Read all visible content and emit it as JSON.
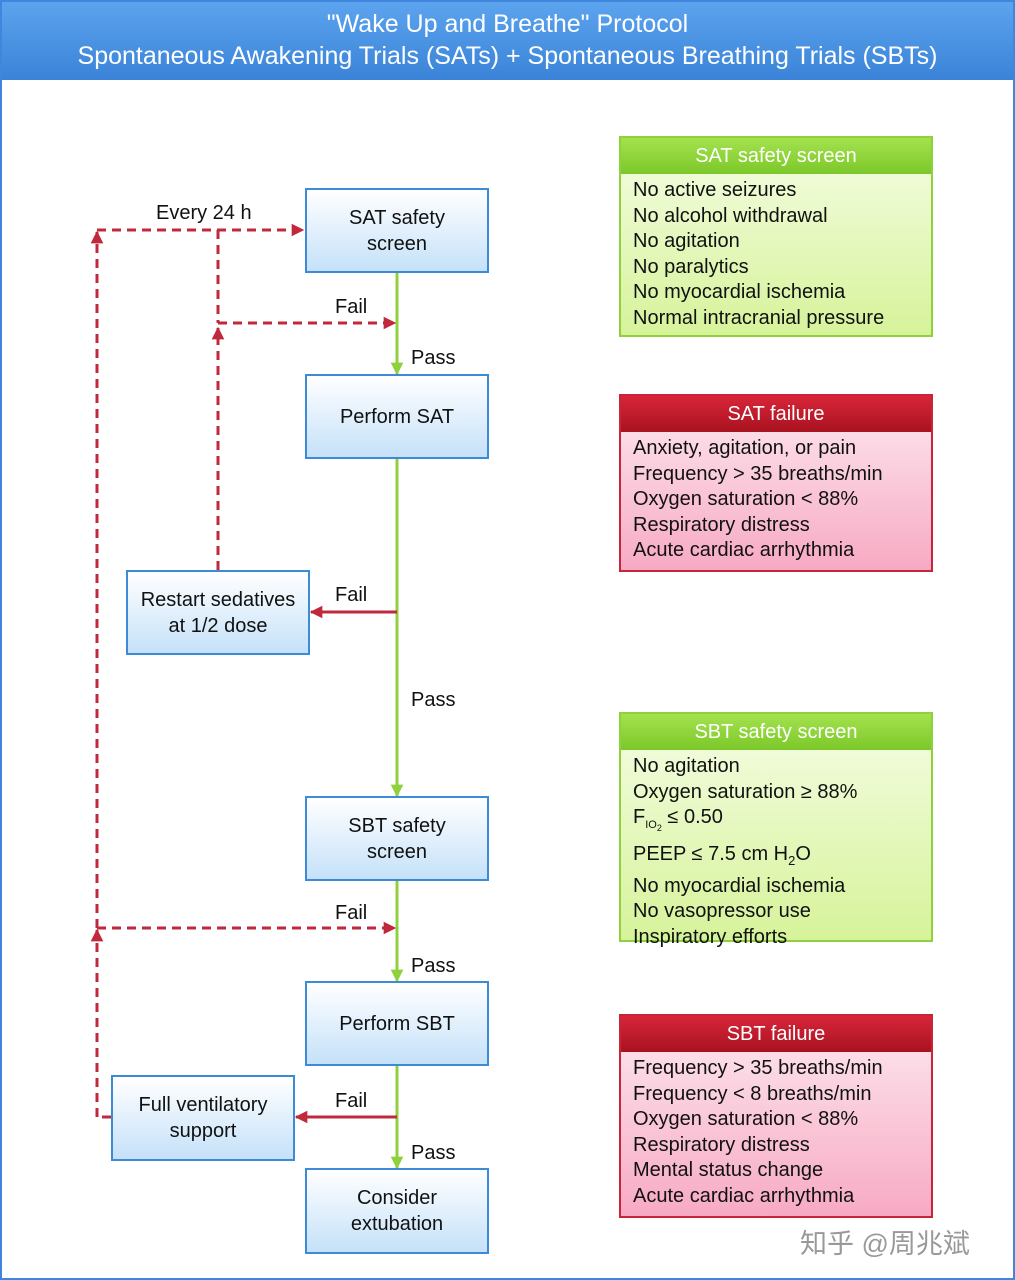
{
  "header": {
    "title_line1": "\"Wake Up and Breathe\" Protocol",
    "title_line2": "Spontaneous Awakening Trials (SATs) + Spontaneous Breathing Trials (SBTs)"
  },
  "flow": {
    "sat_screen": [
      "SAT safety",
      "screen"
    ],
    "perform_sat": "Perform SAT",
    "restart": [
      "Restart sedatives",
      "at 1/2 dose"
    ],
    "sbt_screen": [
      "SBT safety",
      "screen"
    ],
    "perform_sbt": "Perform SBT",
    "full_vent": [
      "Full ventilatory",
      "support"
    ],
    "consider": [
      "Consider",
      "extubation"
    ],
    "labels": {
      "every_24h": "Every 24 h",
      "fail": "Fail",
      "pass": "Pass"
    }
  },
  "panels": {
    "sat_screen": {
      "title": "SAT safety screen",
      "items": [
        "No active seizures",
        "No alcohol withdrawal",
        "No agitation",
        "No paralytics",
        "No myocardial ischemia",
        "Normal intracranial pressure"
      ]
    },
    "sat_failure": {
      "title": "SAT failure",
      "items": [
        "Anxiety, agitation, or pain",
        "Frequency > 35 breaths/min",
        "Oxygen saturation < 88%",
        "Respiratory distress",
        "Acute cardiac arrhythmia"
      ]
    },
    "sbt_screen": {
      "title": "SBT safety screen",
      "items_before": [
        "No agitation",
        "Oxygen saturation ≥ 88%"
      ],
      "fio2": {
        "main": "F",
        "sub": "IO",
        "sub2": "2",
        "rest": " ≤ 0.50"
      },
      "peep": {
        "main": "PEEP ≤ 7.5 cm H",
        "sub": "2",
        "rest": "O"
      },
      "items_after": [
        "No myocardial ischemia",
        "No vasopressor use",
        "Inspiratory efforts"
      ]
    },
    "sbt_failure": {
      "title": "SBT failure",
      "items": [
        "Frequency > 35 breaths/min",
        "Frequency < 8 breaths/min",
        "Oxygen saturation < 88%",
        "Respiratory distress",
        "Mental status change",
        "Acute cardiac arrhythmia"
      ]
    }
  },
  "watermark": "知乎 @周兆斌",
  "colors": {
    "header_blue": "#3a83d8",
    "pass_arrow": "#8fd13d",
    "fail_arrow": "#c0283b",
    "box_border": "#3d8ad6"
  }
}
